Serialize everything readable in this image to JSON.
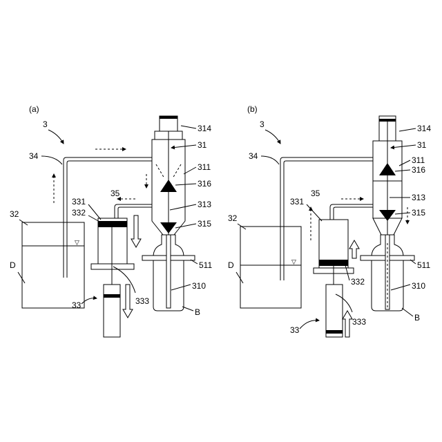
{
  "panels": [
    {
      "id": "a",
      "panel_label": "(a)",
      "labels": {
        "device": "3",
        "pipe_34": "34",
        "pump": "33",
        "tank": "32",
        "liquid": "D",
        "cylinder_331": "331",
        "piston_332": "332",
        "rod_333": "333",
        "pipe_35": "35",
        "vessel_31": "31",
        "motor_314": "314",
        "part_311": "311",
        "valve_316": "316",
        "rod_313": "313",
        "valve_315": "315",
        "flange_511": "511",
        "tube_310": "310",
        "bottle": "B"
      }
    },
    {
      "id": "b",
      "panel_label": "(b)",
      "labels": {
        "device": "3",
        "pipe_34": "34",
        "pump": "33",
        "tank": "32",
        "liquid": "D",
        "cylinder_331": "331",
        "piston_332": "332",
        "rod_333": "333",
        "pipe_35": "35",
        "vessel_31": "31",
        "motor_314": "314",
        "part_311": "311",
        "valve_316": "316",
        "rod_313": "313",
        "valve_315": "315",
        "flange_511": "511",
        "tube_310": "310",
        "bottle": "B"
      }
    }
  ]
}
